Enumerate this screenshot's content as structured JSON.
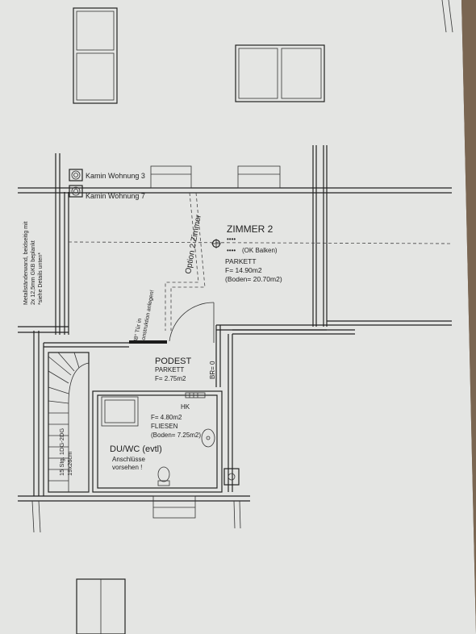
{
  "colors": {
    "paper": "#e4e5e3",
    "ink": "#1f1f1f",
    "background_table": "#6b5a47"
  },
  "labels": {
    "kamin_3": "Kamin Wohnung 3",
    "kamin_7": "Kamin Wohnung 7",
    "option": "Option 2 Zimmer",
    "zimmer_title": "ZIMMER 2",
    "zimmer_ok": "(OK Balken)",
    "zimmer_floor": "PARKETT",
    "zimmer_area": "F= 14.90m2",
    "zimmer_boden": "(Boden= 20.70m2)",
    "wall_note_1": "Metallständerwand, beidseitig mit",
    "wall_note_2": "2x 12,5mm GKB beplankt",
    "wall_note_3": "*siehe Details unten*",
    "door_note_1": "88° Tür in",
    "door_note_2": "Konstruktion anlegen!",
    "podest_title": "PODEST",
    "podest_floor": "PARKETT",
    "podest_area": "F= 2.75m2",
    "br": "BR= 0",
    "hk": "HK",
    "bath_area": "F= 4.80m2",
    "bath_floor": "FLIESEN",
    "bath_boden": "(Boden= 7.25m2)",
    "bath_title": "DU/WC (evtl)",
    "bath_note_1": "Anschlüsse",
    "bath_note_2": "vorsehen !",
    "stair_1": "15 Stg. 1DG-2DG",
    "stair_2": "19x26cm"
  }
}
